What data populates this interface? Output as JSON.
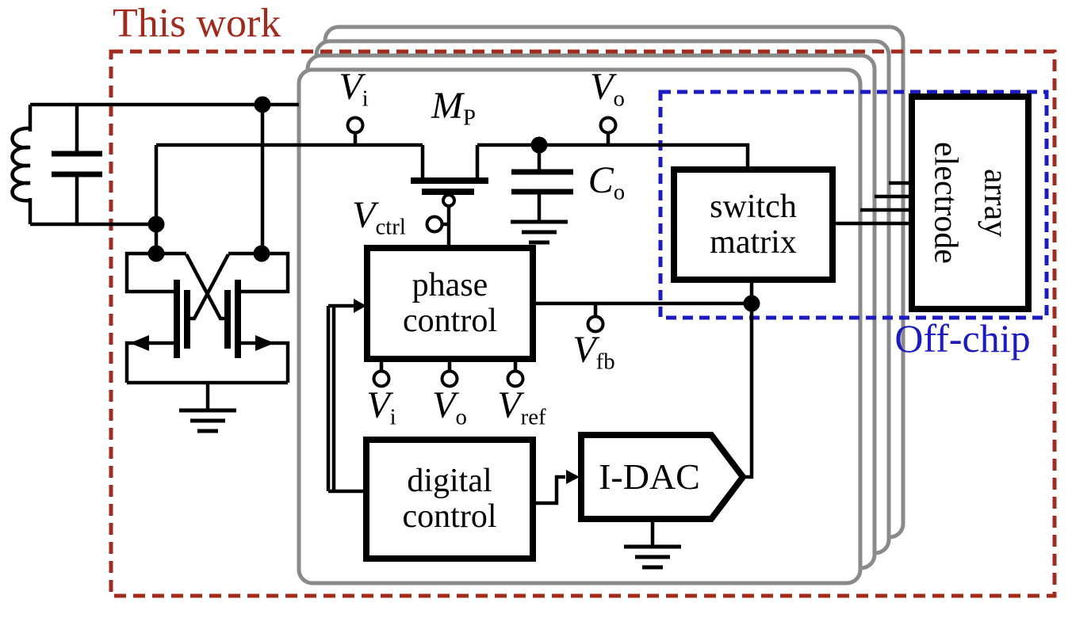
{
  "figure": {
    "this_work_label": "This work",
    "off_chip_label": "Off-chip"
  },
  "blocks": {
    "phase_control": {
      "line1": "phase",
      "line2": "control"
    },
    "digital_control": {
      "line1": "digital",
      "line2": "control"
    },
    "idac": {
      "label": "I-DAC"
    },
    "switch_matrix": {
      "line1": "switch",
      "line2": "matrix"
    },
    "electrode_array": {
      "line1": "electrode",
      "line2": "array"
    }
  },
  "signals": {
    "vi": {
      "base": "V",
      "sub": "i"
    },
    "vo": {
      "base": "V",
      "sub": "o"
    },
    "vref": {
      "base": "V",
      "sub": "ref"
    },
    "vfb": {
      "base": "V",
      "sub": "fb"
    },
    "vctrl": {
      "base": "V",
      "sub": "ctrl"
    },
    "mp": {
      "base": "M",
      "sub": "P"
    },
    "co": {
      "base": "C",
      "sub": "o"
    }
  },
  "colors": {
    "annotation_red": "#A02C20",
    "annotation_blue": "#1B1BC0",
    "chip_outline_gray": "#8A8A8A",
    "circuit_black": "#000000"
  }
}
